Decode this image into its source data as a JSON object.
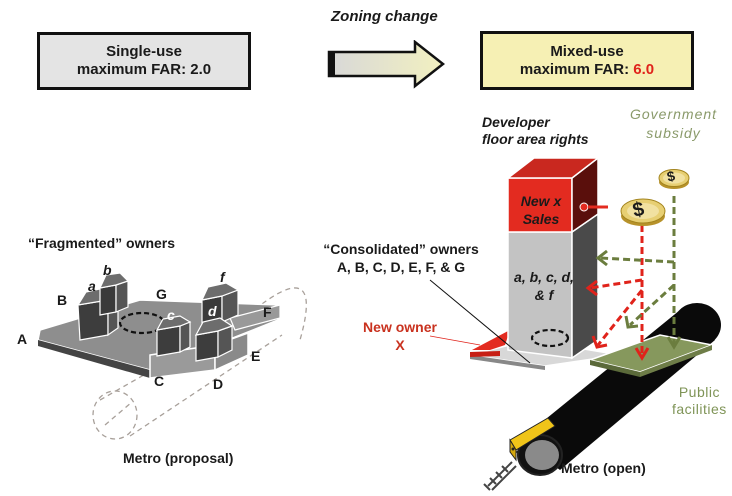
{
  "before_box": {
    "line1": "Single-use",
    "line2_prefix": "maximum FAR: ",
    "far_value": "2.0"
  },
  "transition": {
    "label": "Zoning change"
  },
  "after_box": {
    "line1": "Mixed-use",
    "line2_prefix": "maximum FAR: ",
    "far_value": "6.0"
  },
  "left_scene": {
    "title": "“Fragmented” owners",
    "parcel_labels": [
      "A",
      "B",
      "C",
      "D",
      "E",
      "F",
      "G"
    ],
    "building_labels": [
      "a",
      "b",
      "c",
      "d",
      "f"
    ],
    "metro_label": "Metro (proposal)"
  },
  "right_scene": {
    "developer_label_line1": "Developer",
    "developer_label_line2": "floor area rights",
    "subsidy_label_line1": "Government",
    "subsidy_label_line2": "subsidy",
    "new_sales_line1": "New  x",
    "new_sales_line2": "Sales",
    "tower_label_line1": "a, b, c, d,",
    "tower_label_line2": "& f",
    "consolidated_line1": "“Consolidated” owners",
    "consolidated_line2": "A, B, C, D, E, F, & G",
    "new_owner_line1": "New owner",
    "new_owner_line2": "X",
    "public_line1": "Public",
    "public_line2": "facilities",
    "metro_label": "Metro (open)",
    "coin_symbol": "$"
  },
  "colors": {
    "accent_red": "#e0231b",
    "subsidy_green": "#8a9a6a",
    "public_green": "#7f9457",
    "mixed_box_fill": "#f6f0b4",
    "single_box_fill": "#e4e4e4"
  }
}
